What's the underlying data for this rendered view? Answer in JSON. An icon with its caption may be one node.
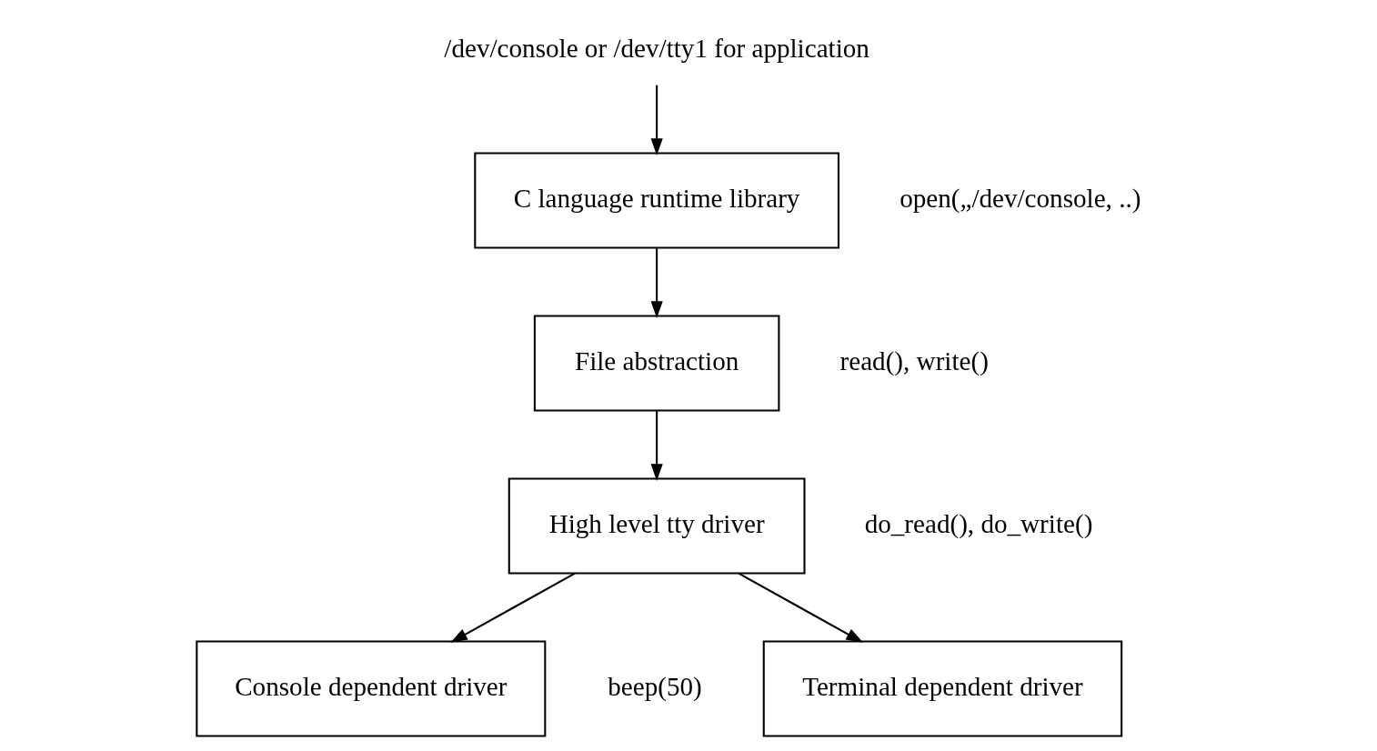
{
  "diagram": {
    "nodes": [
      {
        "text": [
          "/dev/console or /dev/tty1 for application"
        ]
      },
      {
        "text": [
          "C language runtime library"
        ],
        "beside": [
          "open(„/dev/console, ..)"
        ]
      },
      {
        "text": [
          "File abstraction"
        ],
        "beside": [
          "read(), write()"
        ]
      },
      {
        "text": [
          "High level tty driver"
        ],
        "beside": [
          "do_read(), do_write()"
        ]
      },
      {
        "text": [
          "Console dependent driver"
        ],
        "beside": [
          "beep(50)"
        ]
      },
      {
        "text": [
          "Terminal dependent driver"
        ]
      }
    ],
    "edges": [
      {
        "from": 0,
        "to": 1,
        "arrow": "to"
      },
      {
        "from": 1,
        "to": 2,
        "arrow": "to"
      },
      {
        "from": 2,
        "to": 3,
        "arrow": "to"
      },
      {
        "from": 3,
        "to": 4,
        "arrow": "to"
      },
      {
        "from": 3,
        "to": 5,
        "arrow": "to"
      }
    ]
  }
}
